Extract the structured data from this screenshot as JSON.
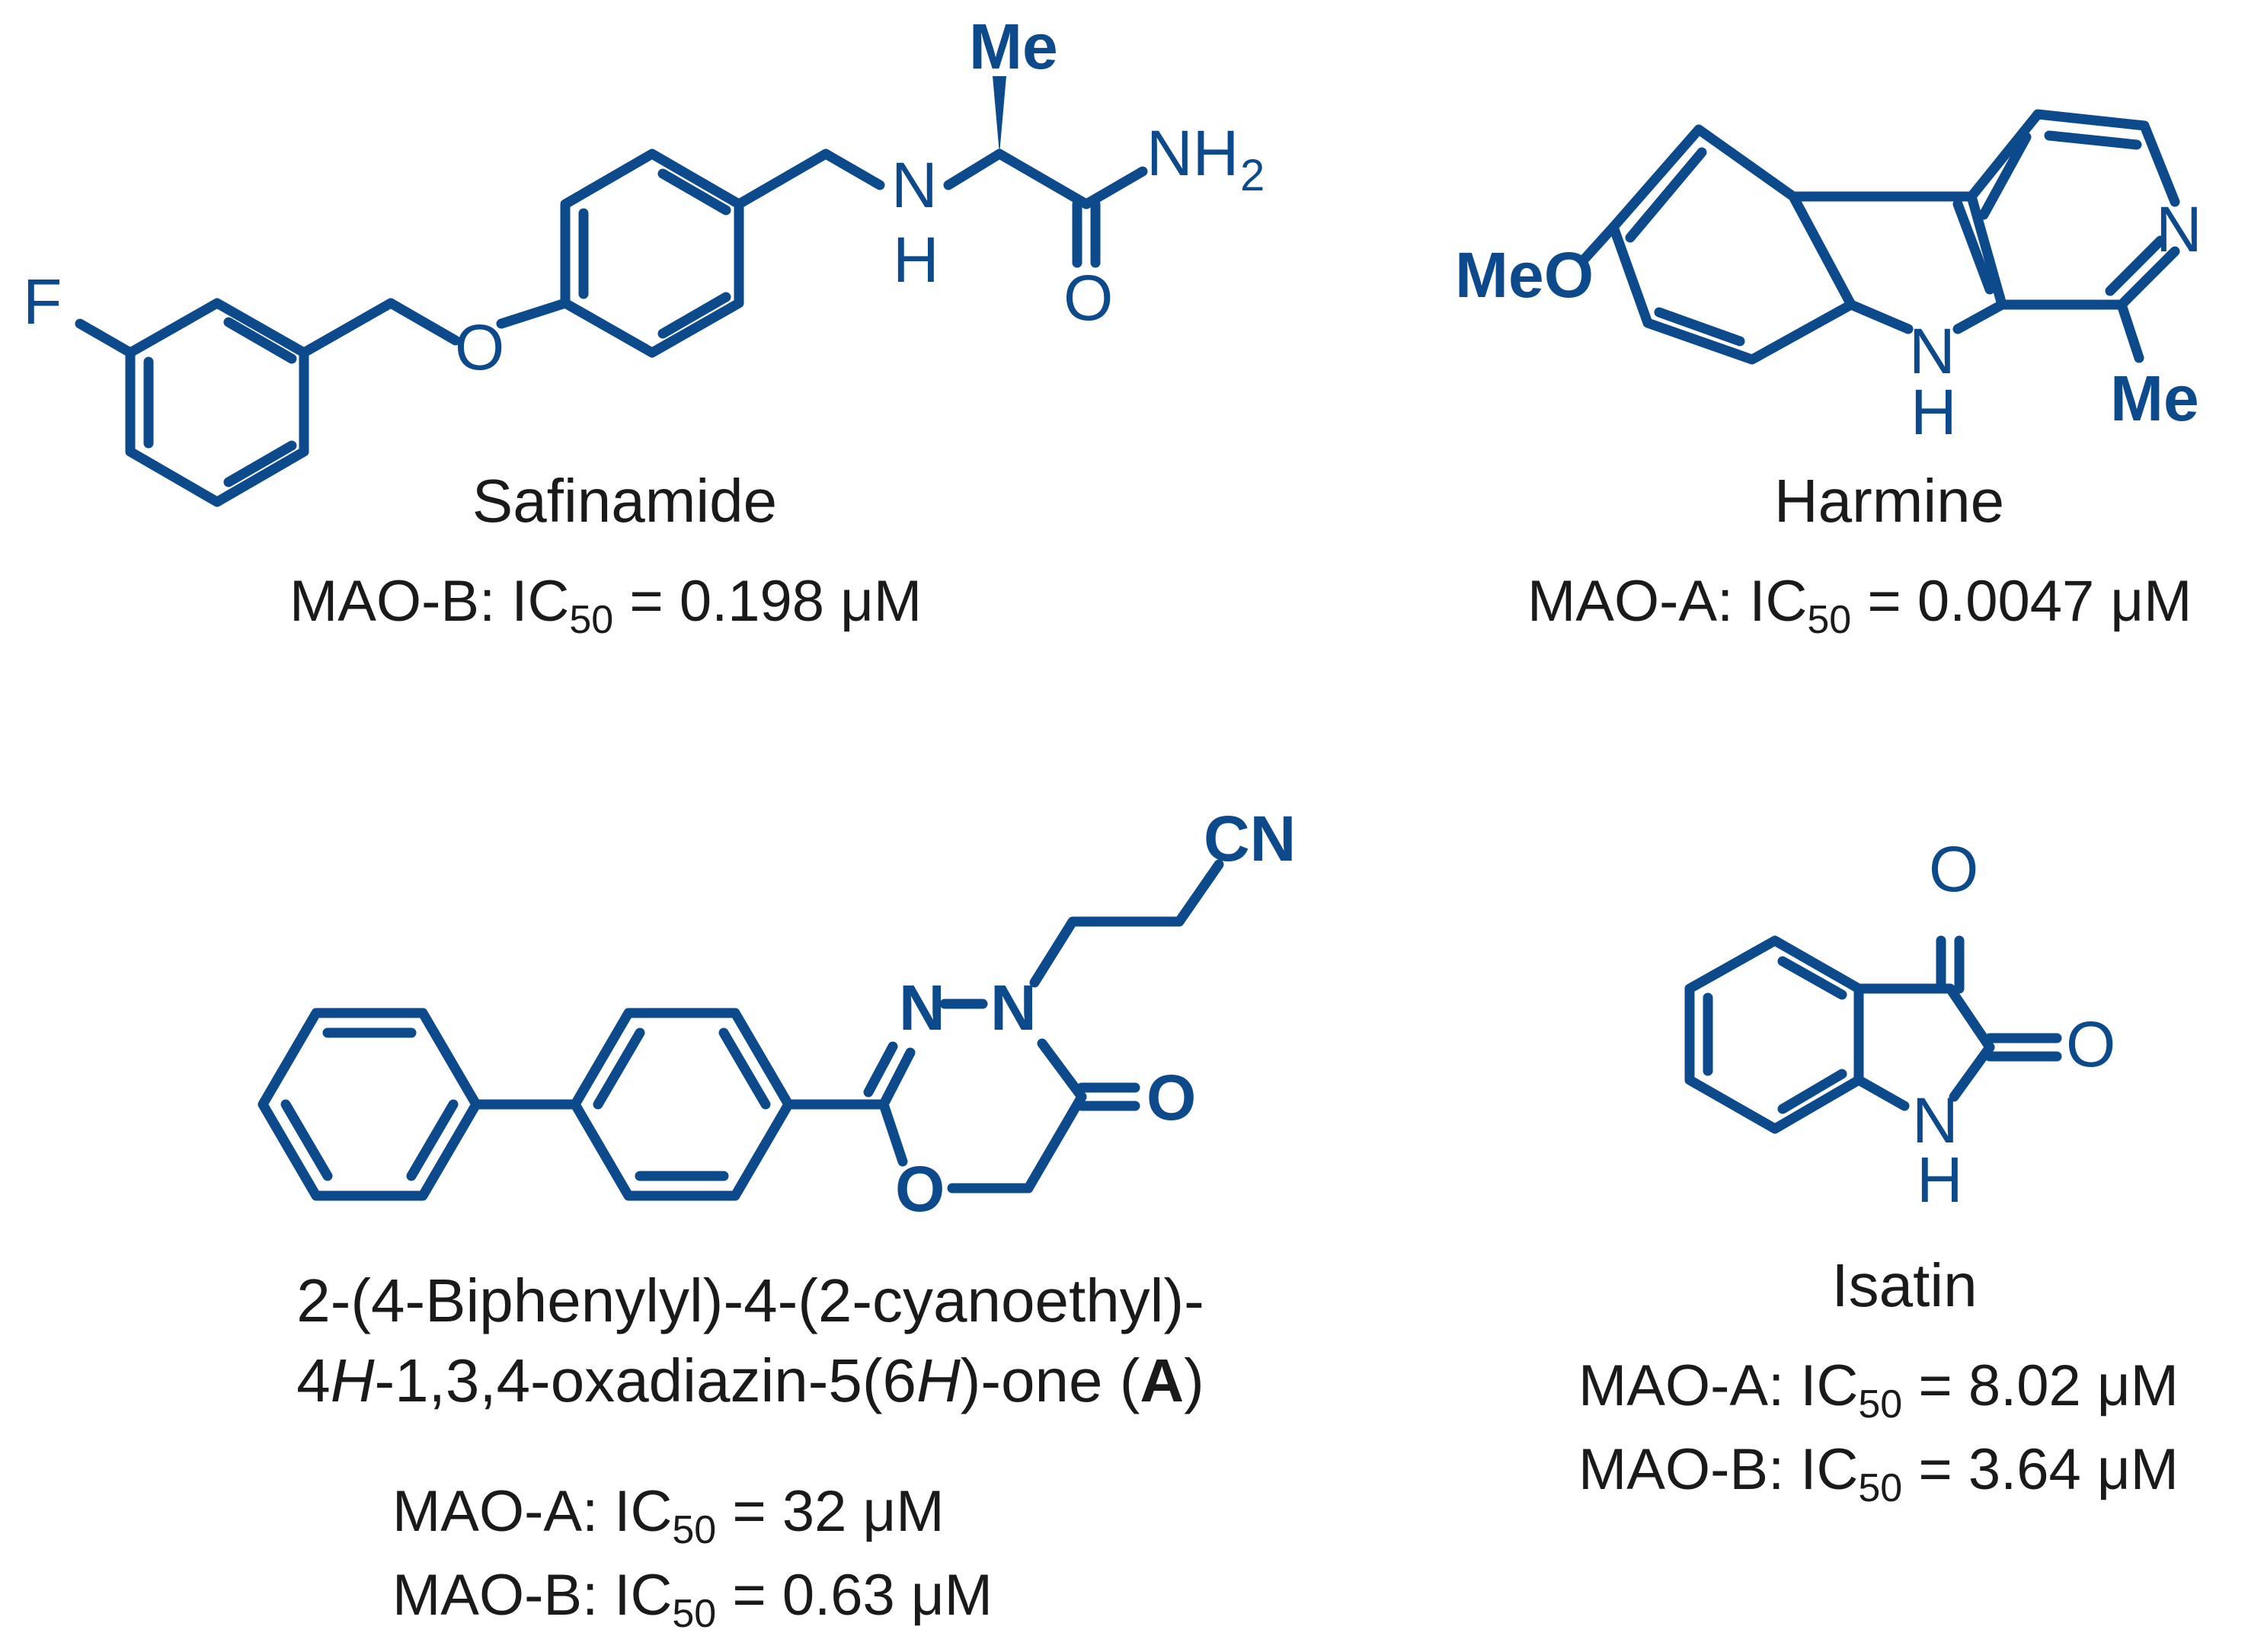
{
  "compounds": [
    {
      "name": "Safinamide",
      "atoms": {
        "F": "F",
        "O": "O",
        "N": "N",
        "H": "H",
        "Me": "Me",
        "NH": "NH",
        "sub2": "2",
        "O2": "O"
      },
      "activities": [
        {
          "enzyme": "MAO-B",
          "prefix": ": IC",
          "sub": "50",
          "value": " = 0.198 μM"
        }
      ]
    },
    {
      "name": "Harmine",
      "atoms": {
        "MeO": "MeO",
        "N": "N",
        "NH_N": "N",
        "NH_H": "H",
        "Me": "Me"
      },
      "activities": [
        {
          "enzyme": "MAO-A",
          "prefix": ": IC",
          "sub": "50",
          "value": " = 0.0047 μM"
        }
      ]
    },
    {
      "name_line1": "2-(4-Biphenylyl)-4-(2-cyanoethyl)-",
      "name_line2_a": "4",
      "name_line2_b": "H",
      "name_line2_c": "-1,3,4-oxadiazin-5(6",
      "name_line2_d": "H",
      "name_line2_e": ")-one (",
      "name_line2_f": "A",
      "name_line2_g": ")",
      "atoms": {
        "CN": "CN",
        "N1": "N",
        "N2": "N",
        "O": "O",
        "O_ring": "O"
      },
      "activities": [
        {
          "enzyme": "MAO-A",
          "prefix": ": IC",
          "sub": "50",
          "value": " = 32 μM"
        },
        {
          "enzyme": "MAO-B",
          "prefix": ": IC",
          "sub": "50",
          "value": " = 0.63 μM"
        }
      ]
    },
    {
      "name": "Isatin",
      "atoms": {
        "O1": "O",
        "O2": "O",
        "N": "N",
        "H": "H"
      },
      "activities": [
        {
          "enzyme": "MAO-A",
          "prefix": ": IC",
          "sub": "50",
          "value": " = 8.02 μM"
        },
        {
          "enzyme": "MAO-B",
          "prefix": ": IC",
          "sub": "50",
          "value": " = 3.64 μM"
        }
      ]
    }
  ],
  "colors": {
    "structure": "#0c4a8c",
    "text": "#1a1a1a"
  }
}
